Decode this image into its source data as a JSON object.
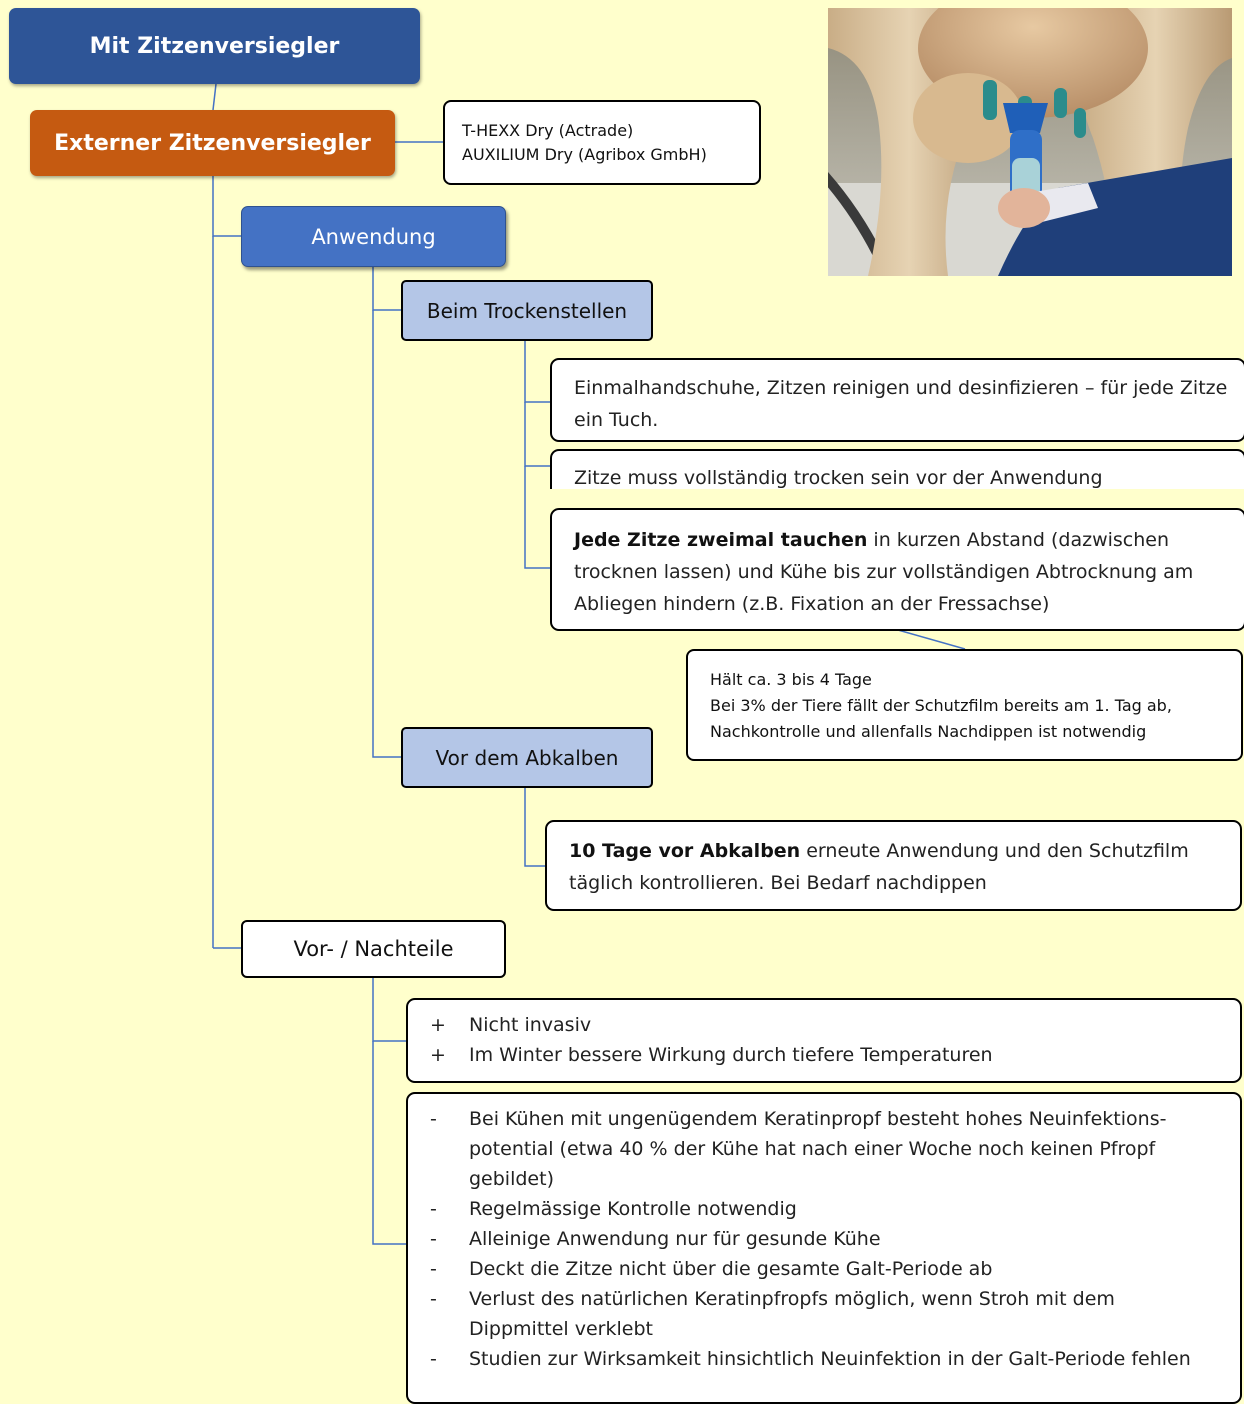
{
  "nodes": {
    "root": "Mit Zitzenversiegler",
    "external": "Externer Zitzenversiegler",
    "anwendung": "Anwendung",
    "trockenstellen": "Beim Trockenstellen",
    "abkalben": "Vor dem Abkalben",
    "vor_nachteile": "Vor- / Nachteile"
  },
  "products": [
    "T-HEXX Dry (Actrade)",
    "AUXILIUM Dry (Agribox GmbH)"
  ],
  "steps": {
    "step1": "Einmalhandschuhe, Zitzen reinigen und desinfizieren – für jede Zitze ein Tuch.",
    "step2": "Zitze muss vollständig trocken sein vor der Anwendung",
    "step3_bold": "Jede Zitze zweimal tauchen",
    "step3_rest": " in kurzen Abstand (dazwischen trocknen lassen) und Kühe bis zur vollständigen Abtrocknung am Abliegen hindern (z.B. Fixation an der Fressachse)",
    "duration_note": [
      "Hält ca. 3 bis 4 Tage",
      "Bei 3% der Tiere fällt der Schutzfilm bereits am 1. Tag ab,",
      "Nachkontrolle und allenfalls Nachdippen ist notwendig"
    ],
    "abkalben_bold": "10 Tage vor Abkalben",
    "abkalben_rest": " erneute Anwendung und den Schutzfilm täglich kontrollieren. Bei Bedarf nachdippen"
  },
  "pros": {
    "marker": "+",
    "items": [
      "Nicht invasiv",
      "Im Winter bessere Wirkung durch tiefere Temperaturen"
    ]
  },
  "cons": {
    "marker": "-",
    "items": [
      "Bei Kühen mit ungenügendem Keratinpropf besteht hohes Neuinfektions-potential (etwa 40 % der Kühe hat nach einer Woche noch keinen Pfropf gebildet)",
      "Regelmässige Kontrolle notwendig",
      "Alleinige Anwendung nur für gesunde Kühe",
      "Deckt die Zitze nicht über die gesamte Galt-Periode ab",
      "Verlust des natürlichen Keratinpfropfs möglich, wenn Stroh mit dem Dippmittel verklebt",
      "Studien zur Wirksamkeit hinsichtlich Neuinfektion in der Galt-Periode fehlen"
    ]
  },
  "colors": {
    "background": "#ffffcc",
    "root": "#2e5597",
    "external": "#c55a11",
    "anwendung": "#4472c4",
    "sub": "#b4c6e7",
    "connector": "#4472c4"
  }
}
